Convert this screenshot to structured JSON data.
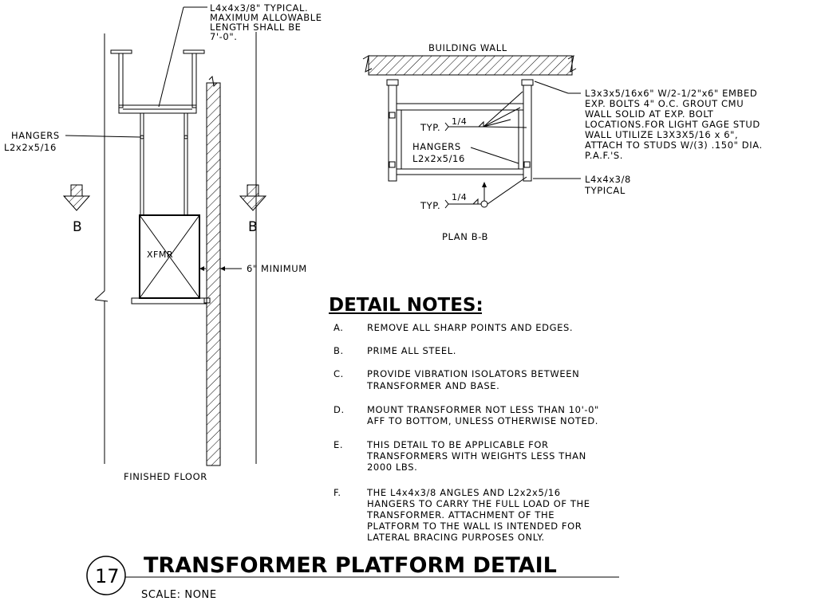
{
  "elevation": {
    "angle_note": [
      "L4x4x3/8\" TYPICAL.",
      "MAXIMUM ALLOWABLE",
      "LENGTH SHALL BE",
      "7'-0\"."
    ],
    "hangers_label": [
      "HANGERS",
      "L2x2x5/16"
    ],
    "section_marker_left": "B",
    "section_marker_right": "B",
    "xfmr_label": "XFMR",
    "minimum_dim": "6\" MINIMUM",
    "floor_label": "FINISHED FLOOR"
  },
  "plan": {
    "wall_label": "BUILDING WALL",
    "typ_top": "TYP.",
    "weld_top": "1/4",
    "hangers_label": [
      "HANGERS",
      "L2x2x5/16"
    ],
    "typ_bottom": "TYP.",
    "weld_bottom": "1/4",
    "embed_note": [
      "L3x3x5/16x6\" W/2-1/2\"x6\" EMBED",
      "EXP. BOLTS 4\" O.C. GROUT CMU",
      "WALL SOLID AT EXP. BOLT",
      "LOCATIONS.FOR LIGHT GAGE STUD",
      "WALL UTILIZE L3X3X5/16 x 6\",",
      "ATTACH TO STUDS W/(3) .150\" DIA.",
      "P.A.F.'S."
    ],
    "angle_note": [
      "L4x4x3/8",
      "TYPICAL"
    ],
    "title": "PLAN B-B"
  },
  "notes": {
    "heading": "DETAIL NOTES:",
    "items": [
      {
        "letter": "A.",
        "lines": [
          "REMOVE ALL SHARP POINTS AND EDGES."
        ]
      },
      {
        "letter": "B.",
        "lines": [
          "PRIME ALL STEEL."
        ]
      },
      {
        "letter": "C.",
        "lines": [
          "PROVIDE VIBRATION ISOLATORS BETWEEN",
          "TRANSFORMER AND BASE."
        ]
      },
      {
        "letter": "D.",
        "lines": [
          "MOUNT TRANSFORMER NOT LESS THAN 10'-0\"",
          "AFF TO BOTTOM, UNLESS OTHERWISE NOTED."
        ]
      },
      {
        "letter": "E.",
        "lines": [
          "THIS DETAIL TO BE APPLICABLE FOR",
          "TRANSFORMERS WITH WEIGHTS LESS THAN",
          "2000 LBS."
        ]
      },
      {
        "letter": "F.",
        "lines": [
          "THE L4x4x3/8 ANGLES AND L2x2x5/16",
          "HANGERS TO CARRY THE FULL LOAD OF THE",
          "TRANSFORMER. ATTACHMENT OF THE",
          "PLATFORM TO THE WALL IS INTENDED FOR",
          "LATERAL BRACING PURPOSES ONLY."
        ]
      }
    ]
  },
  "titleblock": {
    "number": "17",
    "title": "TRANSFORMER PLATFORM DETAIL",
    "scale": "SCALE: NONE"
  }
}
